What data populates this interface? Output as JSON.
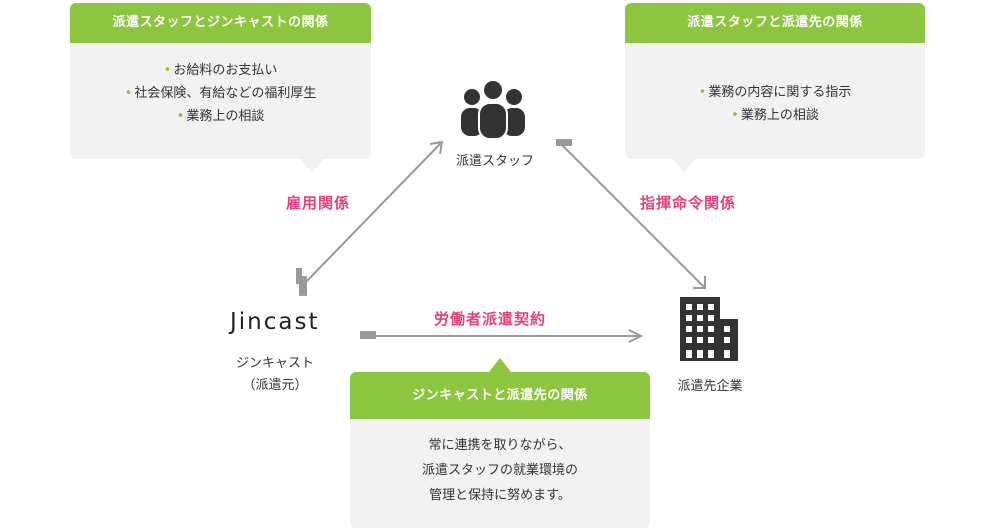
{
  "cards": {
    "left": {
      "title": "派遣スタッフとジンキャストの関係",
      "items": [
        "お給料のお支払い",
        "社会保険、有給などの福利厚生",
        "業務上の相談"
      ]
    },
    "right": {
      "title": "派遣スタッフと派遣先の関係",
      "items": [
        "業務の内容に関する指示",
        "業務上の相談"
      ]
    },
    "bottom": {
      "title": "ジンキャストと派遣先の関係",
      "lines": [
        "常に連携を取りながら、",
        "派遣スタッフの就業環境の",
        "管理と保持に努めます。"
      ]
    }
  },
  "nodes": {
    "staff": {
      "label": "派遣スタッフ",
      "icon": "people-group-icon"
    },
    "jincast": {
      "logo": "Jincast",
      "label": "ジンキャスト",
      "sublabel": "（派遣元）"
    },
    "client": {
      "label": "派遣先企業",
      "icon": "office-building-icon"
    }
  },
  "relations": {
    "employment": "雇用関係",
    "command": "指揮命令関係",
    "contract": "労働者派遣契約"
  },
  "colors": {
    "accent_green": "#8cc63f",
    "relation_pink": "#e8427a",
    "line_gray": "#999999",
    "card_bg": "#f2f2f2",
    "icon_dark": "#333333"
  }
}
